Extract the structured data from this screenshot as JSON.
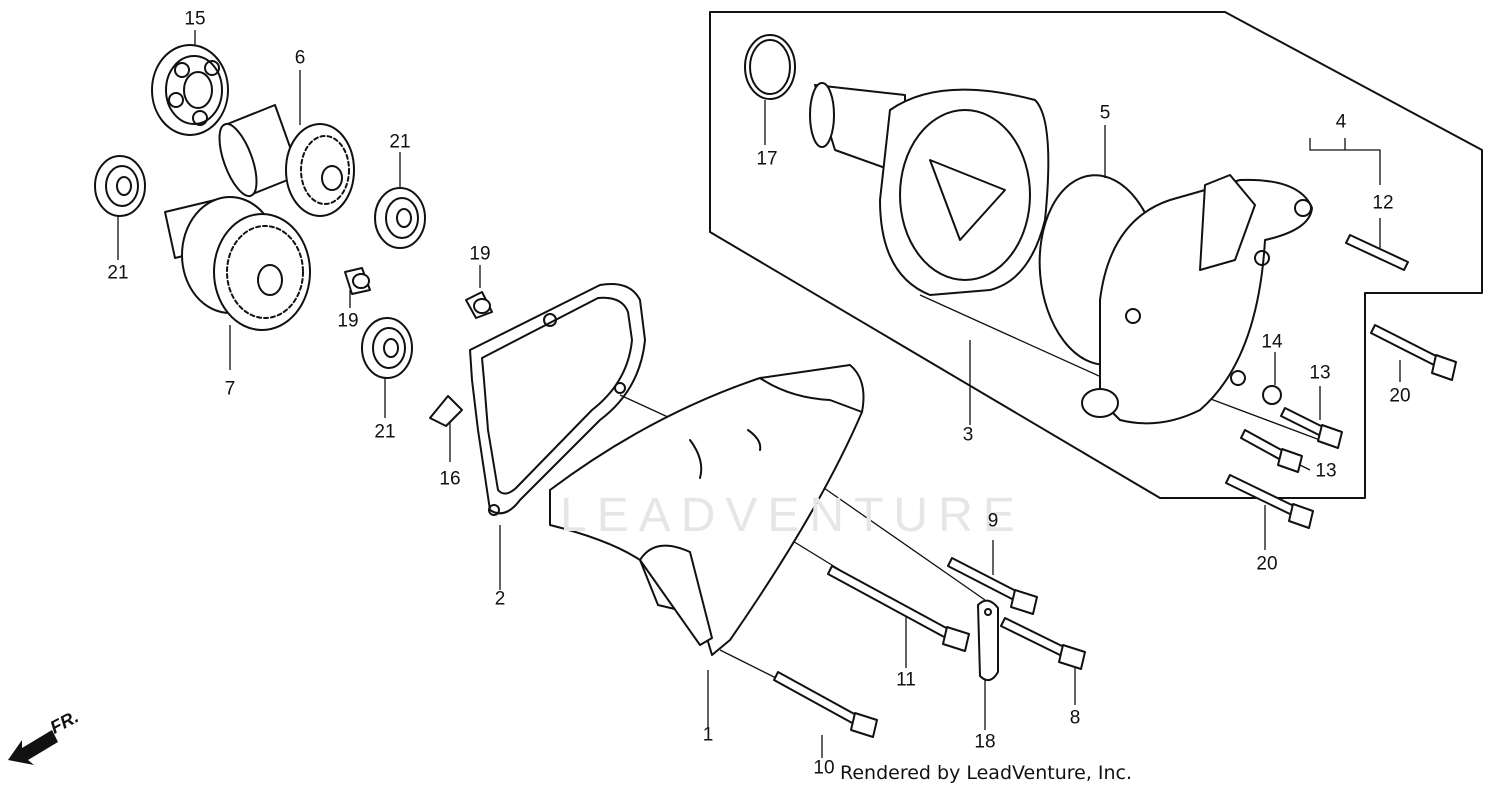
{
  "diagram": {
    "credit": "Rendered by LeadVenture, Inc.",
    "watermark_text": "LEADVENTURE",
    "direction_marker": "FR.",
    "labels": {
      "p1": "1",
      "p2": "2",
      "p3": "3",
      "p4": "4",
      "p5": "5",
      "p6": "6",
      "p7": "7",
      "p8": "8",
      "p9": "9",
      "p10": "10",
      "p11": "11",
      "p12": "12",
      "p13a": "13",
      "p13b": "13",
      "p14": "14",
      "p15": "15",
      "p16": "16",
      "p17": "17",
      "p18": "18",
      "p19a": "19",
      "p19b": "19",
      "p20a": "20",
      "p20b": "20",
      "p21a": "21",
      "p21b": "21",
      "p21c": "21"
    }
  }
}
